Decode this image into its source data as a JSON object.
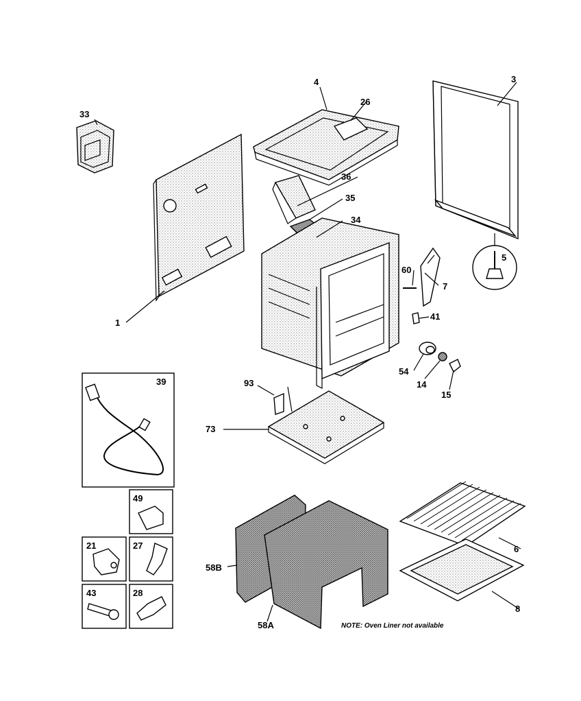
{
  "callouts": {
    "c1": "1",
    "c3": "3",
    "c4": "4",
    "c5": "5",
    "c6": "6",
    "c7": "7",
    "c8": "8",
    "c14": "14",
    "c15": "15",
    "c21": "21",
    "c26": "26",
    "c27": "27",
    "c28": "28",
    "c33": "33",
    "c34": "34",
    "c35": "35",
    "c36": "36",
    "c39": "39",
    "c41": "41",
    "c43": "43",
    "c49": "49",
    "c54": "54",
    "c58A": "58A",
    "c58B": "58B",
    "c60": "60",
    "c73": "73",
    "c93": "93"
  },
  "note": "NOTE: Oven Liner not available"
}
